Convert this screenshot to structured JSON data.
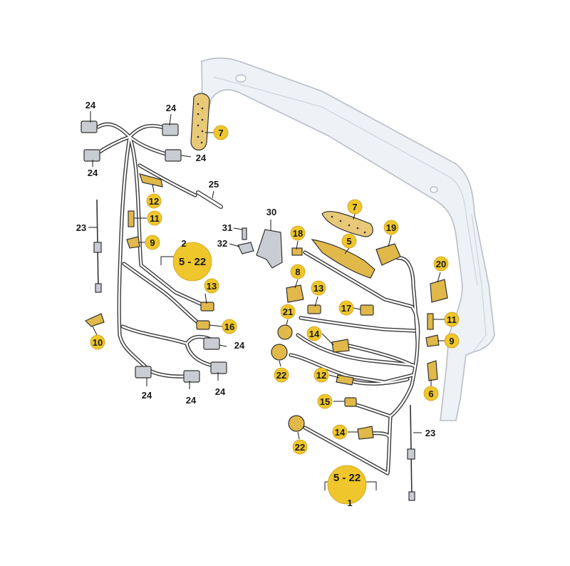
{
  "colors": {
    "callout": "#efc62b",
    "callout_edge": "#caa11a",
    "frame_fill": "#eef1f5",
    "frame_stroke": "#b9bec7",
    "part_fill": "#c9cdd3",
    "accent_part": "#e1b84a"
  },
  "labels": {
    "l24a": "24",
    "l24b": "24",
    "l24c": "24",
    "l24d": "24",
    "l24e": "24",
    "l24f": "24",
    "l24g": "24",
    "l24h": "24",
    "l7a": "7",
    "l7b": "7",
    "l25": "25",
    "l12a": "12",
    "l12b": "12",
    "l11a": "11",
    "l11b": "11",
    "l9a": "9",
    "l9b": "9",
    "l23a": "23",
    "l23b": "23",
    "l2": "2",
    "l5_22a": "5 - 22",
    "l5_22b": "5 - 22",
    "l1": "1",
    "l13a": "13",
    "l13b": "13",
    "l16": "16",
    "l10": "10",
    "l30": "30",
    "l31": "31",
    "l32": "32",
    "l18": "18",
    "l5": "5",
    "l19": "19",
    "l20": "20",
    "l8": "8",
    "l17": "17",
    "l21": "21",
    "l14a": "14",
    "l14b": "14",
    "l22a": "22",
    "l22b": "22",
    "l15": "15",
    "l6": "6"
  }
}
